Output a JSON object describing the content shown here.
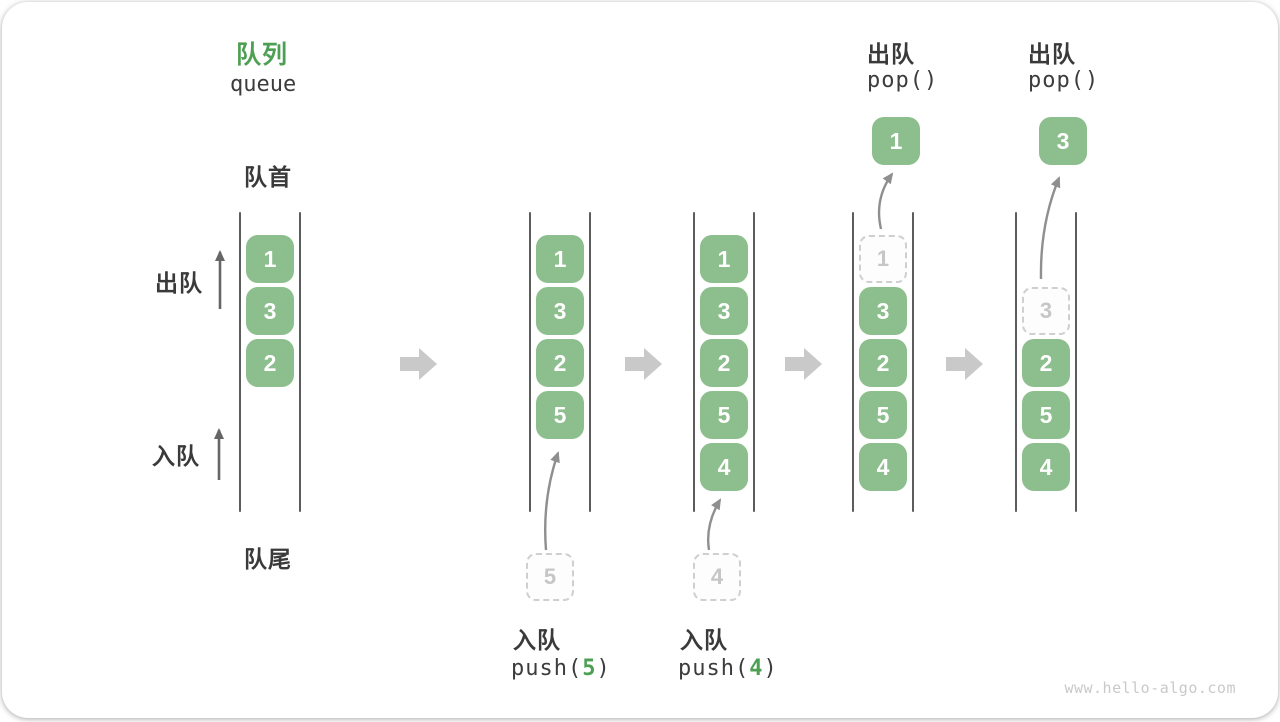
{
  "title": {
    "zh": "队列",
    "en": "queue"
  },
  "labels": {
    "front": "队首",
    "rear": "队尾",
    "dequeue": "出队",
    "enqueue": "入队"
  },
  "stages": [
    {
      "cells": [
        "1",
        "3",
        "2"
      ]
    },
    {
      "cells": [
        "1",
        "3",
        "2",
        "5"
      ],
      "staged": "5",
      "op": {
        "name": "入队",
        "fn": "push(",
        "arg": "5",
        "close": ")"
      }
    },
    {
      "cells": [
        "1",
        "3",
        "2",
        "5",
        "4"
      ],
      "staged": "4",
      "op": {
        "name": "入队",
        "fn": "push(",
        "arg": "4",
        "close": ")"
      }
    },
    {
      "cells": [
        "3",
        "2",
        "5",
        "4"
      ],
      "ghost": "1",
      "popped": "1",
      "op": {
        "name": "出队",
        "fn": "pop()"
      }
    },
    {
      "cells": [
        "2",
        "5",
        "4"
      ],
      "ghost": "3",
      "popped": "3",
      "op": {
        "name": "出队",
        "fn": "pop()"
      }
    }
  ],
  "watermark": "www.hello-algo.com",
  "colors": {
    "cell_green": "#8dbe8d",
    "accent_green": "#4da053",
    "rail_gray": "#5c5c5c",
    "block_arrow_gray": "#c9c9c9"
  }
}
